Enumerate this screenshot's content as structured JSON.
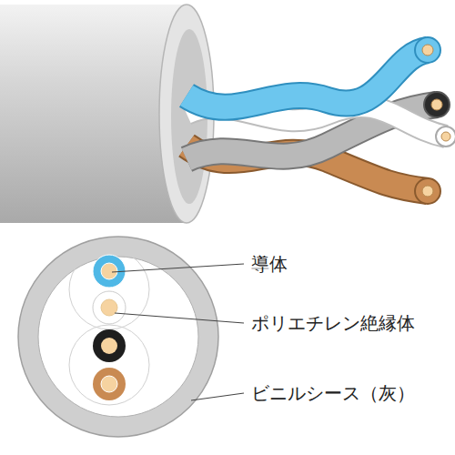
{
  "diagram": {
    "labels": [
      "導体",
      "ポリエチレン絶縁体",
      "ビニルシース（灰）"
    ]
  }
}
